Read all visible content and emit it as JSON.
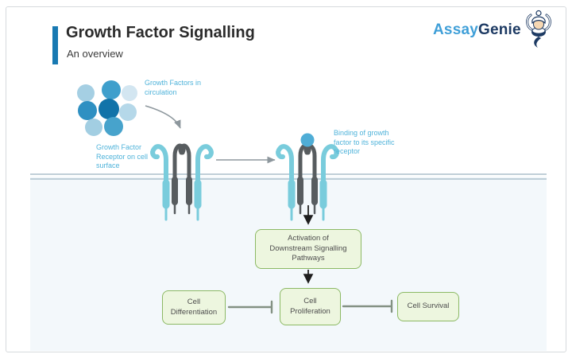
{
  "header": {
    "title": "Growth Factor Signalling",
    "subtitle": "An overview"
  },
  "logo": {
    "brand_primary": "Assay",
    "brand_secondary": "Genie",
    "mascot_icon": "genie-mascot-icon"
  },
  "diagram": {
    "annotations": {
      "circulation": "Growth Factors in\ncirculation",
      "receptor_surface": "Growth Factor\nReceptor on cell\nsurface",
      "binding": "Binding of growth\nfactor to its specific\nreceptor"
    },
    "nodes": {
      "activation": "Activation of\nDownstream Signalling\nPathways",
      "differentiation": "Cell\nDifferentiation",
      "proliferation": "Cell\nProliferation",
      "survival": "Cell Survival"
    }
  },
  "colors": {
    "accent_bar": "#1879b2",
    "annotation_blue": "#4fb3da",
    "logo_light_blue": "#3f9fd8",
    "logo_navy": "#1d3a63",
    "node_fill": "#edf6df",
    "node_border": "#8cb964",
    "receptor_teal": "#79ccdc",
    "receptor_gray": "#575c5f",
    "membrane_line": "#b7c8d3",
    "cell_interior": "#f3f8fb",
    "growth_factor_blues": [
      "#a5cfe3",
      "#3f9fcc",
      "#d3e6f1",
      "#2f90c2",
      "#1173a9",
      "#b5d8e9",
      "#a2cee2",
      "#47a3cc"
    ]
  }
}
